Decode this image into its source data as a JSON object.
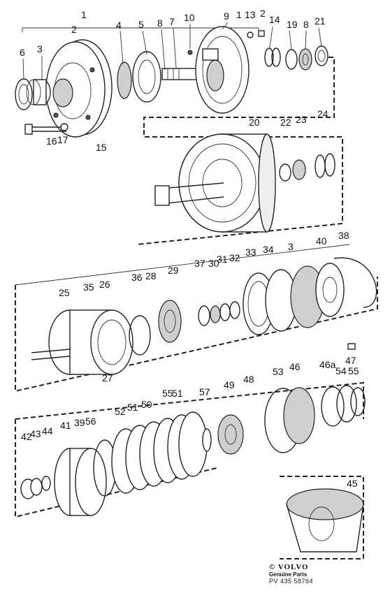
{
  "callouts": [
    "1",
    "2",
    "4",
    "5",
    "8",
    "7",
    "10",
    "9",
    "1",
    "13",
    "2",
    "14",
    "19",
    "8",
    "21",
    "6",
    "3",
    "16",
    "17",
    "15",
    "20",
    "22",
    "23",
    "24",
    "37",
    "38",
    "36",
    "28",
    "29",
    "30",
    "31",
    "32",
    "33",
    "34",
    "3",
    "40",
    "25",
    "35",
    "26",
    "27",
    "47",
    "53",
    "46",
    "46a",
    "54",
    "55",
    "49",
    "48",
    "57",
    "52",
    "51",
    "50",
    "55",
    "51",
    "42",
    "43",
    "44",
    "41",
    "39",
    "56",
    "45"
  ],
  "brand": {
    "logo": "VOLVO",
    "tagline": "Genuine Parts",
    "code": "PV 435 58764"
  }
}
